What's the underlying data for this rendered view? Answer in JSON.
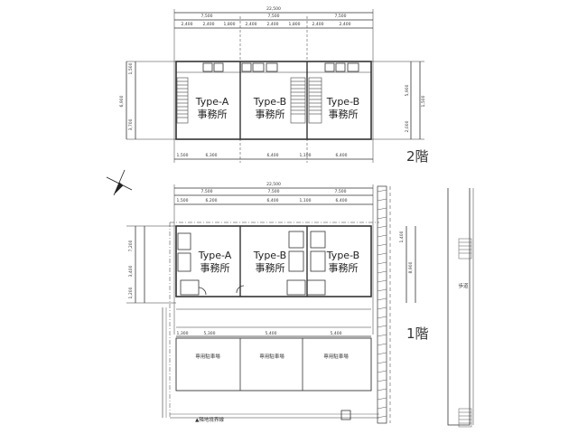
{
  "dimensions": {
    "total_width": "22,500",
    "bay_width": "7,500",
    "upper_segments": [
      "2,400",
      "2,400",
      "1,800",
      "2,400",
      "2,400",
      "1,800",
      "2,400",
      "2,400"
    ],
    "second_floor_lower": [
      "1,500",
      "6,300",
      "6,400",
      "1,100",
      "6,400"
    ],
    "first_floor_upper": [
      "1,500",
      "6,200",
      "6,400",
      "1,100",
      "6,400"
    ],
    "first_floor_lower": [
      "1,300",
      "5,300",
      "5,400",
      "5,400"
    ],
    "left_second": [
      "1,500",
      "6,900",
      "3,700"
    ],
    "right_second": [
      "5,900",
      "1,500",
      "2,000"
    ],
    "left_first": [
      "7,200",
      "3,400",
      "1,200"
    ],
    "right_first": [
      "1,400",
      "8,900"
    ]
  },
  "second_floor": {
    "label": "2階",
    "units": [
      {
        "type": "Type-A",
        "use": "事務所"
      },
      {
        "type": "Type-B",
        "use": "事務所"
      },
      {
        "type": "Type-B",
        "use": "事務所"
      }
    ]
  },
  "first_floor": {
    "label": "1階",
    "units": [
      {
        "type": "Type-A",
        "use": "事務所"
      },
      {
        "type": "Type-B",
        "use": "事務所"
      },
      {
        "type": "Type-B",
        "use": "事務所"
      }
    ],
    "parking": [
      "専用駐車場",
      "専用駐車場",
      "専用駐車場"
    ],
    "walkway": "歩道",
    "boundary_note": "▲隣地境界線"
  },
  "colors": {
    "line": "#333333",
    "stair": "#444444"
  }
}
